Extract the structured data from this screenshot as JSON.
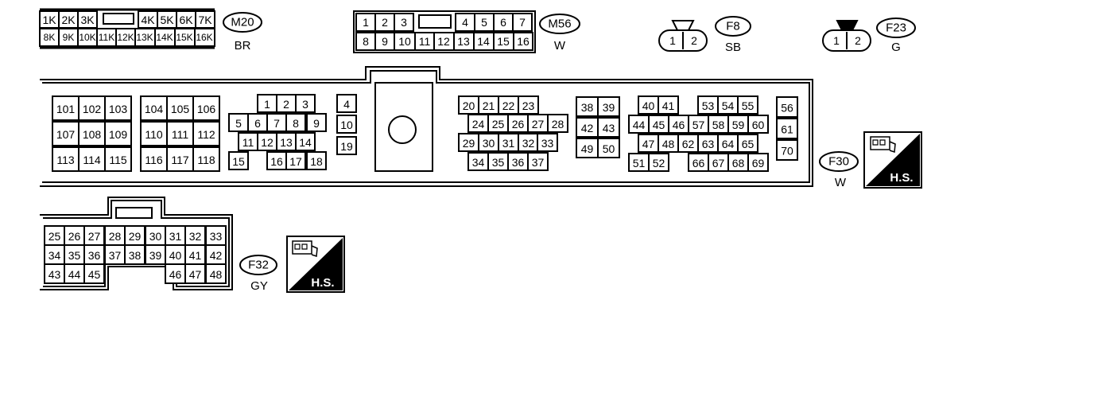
{
  "connectors": {
    "m20": {
      "id": "M20",
      "color": "BR",
      "row1": [
        "1K",
        "2K",
        "3K",
        "",
        "4K",
        "5K",
        "6K",
        "7K"
      ],
      "row2": [
        "8K",
        "9K",
        "10K",
        "11K",
        "12K",
        "13K",
        "14K",
        "15K",
        "16K"
      ]
    },
    "m56": {
      "id": "M56",
      "color": "W",
      "row1": [
        "1",
        "2",
        "3",
        "",
        "4",
        "5",
        "6",
        "7"
      ],
      "row2": [
        "8",
        "9",
        "10",
        "11",
        "12",
        "13",
        "14",
        "15",
        "16"
      ]
    },
    "f8": {
      "id": "F8",
      "color": "SB",
      "pins": [
        "1",
        "2"
      ]
    },
    "f23": {
      "id": "F23",
      "color": "G",
      "pins": [
        "1",
        "2"
      ]
    },
    "f30": {
      "id": "F30",
      "color": "W",
      "hs_label": "H.S.",
      "pins": [
        "101",
        "102",
        "103",
        "107",
        "108",
        "109",
        "113",
        "114",
        "115",
        "104",
        "105",
        "106",
        "110",
        "111",
        "112",
        "116",
        "117",
        "118",
        "1",
        "2",
        "3",
        "5",
        "6",
        "7",
        "8",
        "9",
        "11",
        "12",
        "13",
        "14",
        "15",
        "16",
        "17",
        "18",
        "4",
        "10",
        "19",
        "20",
        "21",
        "22",
        "23",
        "24",
        "25",
        "26",
        "27",
        "28",
        "29",
        "30",
        "31",
        "32",
        "33",
        "34",
        "35",
        "36",
        "37",
        "38",
        "39",
        "42",
        "43",
        "49",
        "50",
        "40",
        "41",
        "53",
        "54",
        "55",
        "44",
        "45",
        "46",
        "57",
        "58",
        "59",
        "60",
        "47",
        "48",
        "62",
        "63",
        "64",
        "65",
        "51",
        "52",
        "66",
        "67",
        "68",
        "69",
        "56",
        "61",
        "70"
      ]
    },
    "f32": {
      "id": "F32",
      "color": "GY",
      "hs_label": "H.S.",
      "row1": [
        "25",
        "26",
        "27",
        "28",
        "29",
        "30",
        "31",
        "32",
        "33"
      ],
      "row2": [
        "34",
        "35",
        "36",
        "37",
        "38",
        "39",
        "40",
        "41",
        "42"
      ],
      "row3": [
        "43",
        "44",
        "45",
        "46",
        "47",
        "48"
      ]
    }
  }
}
